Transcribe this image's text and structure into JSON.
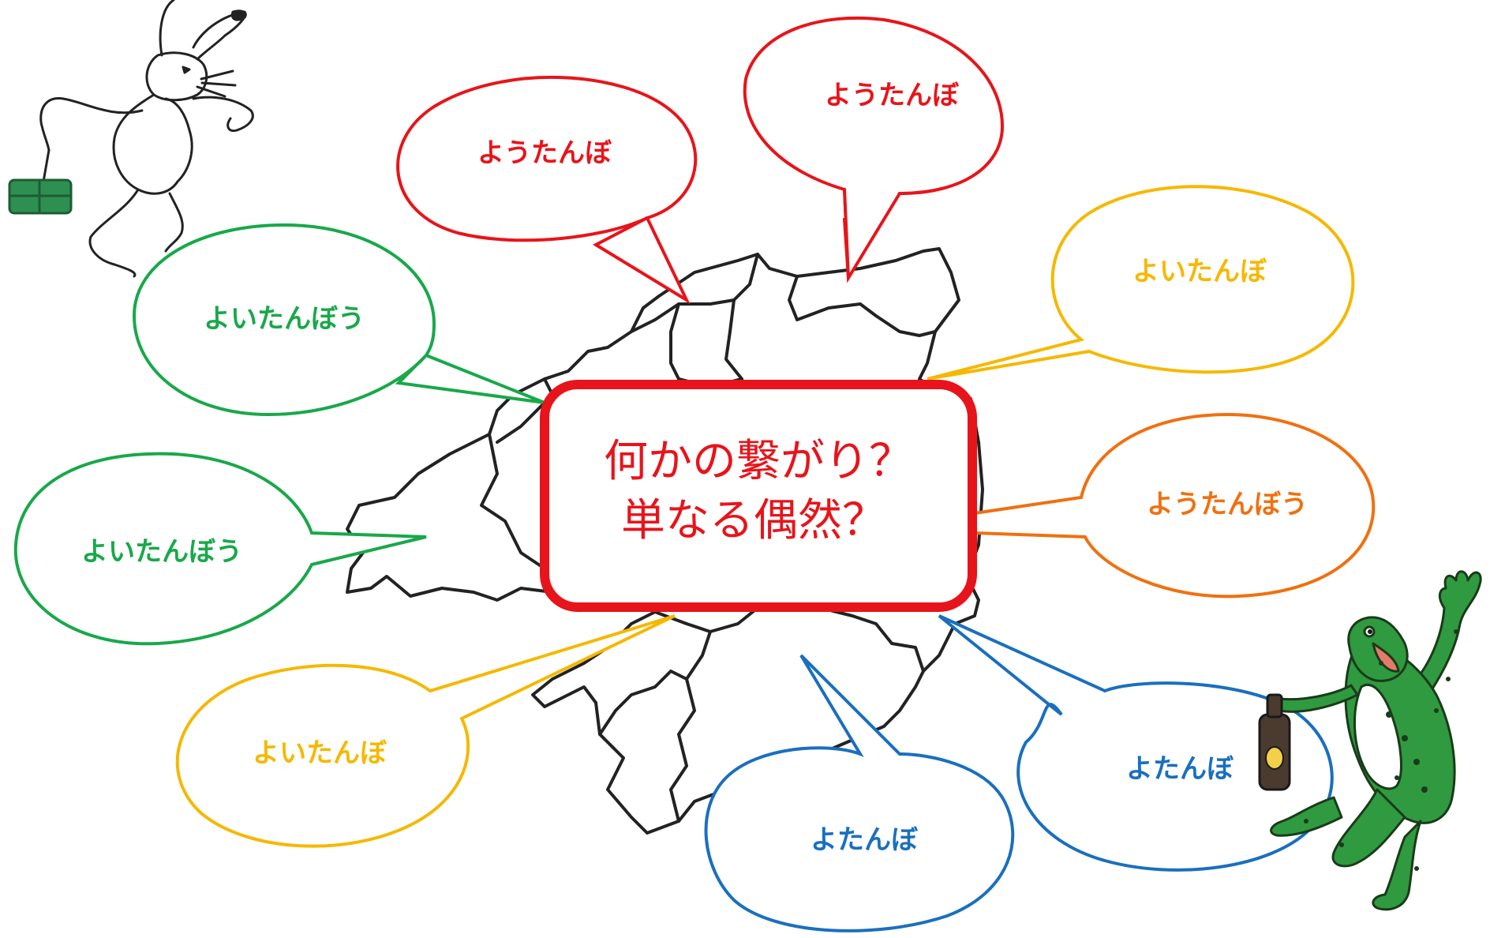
{
  "center": {
    "line1": "何かの繋がり？",
    "line2": "単なる偶然？",
    "color": "#e8141b"
  },
  "colors": {
    "red": "#e8141b",
    "yellow": "#f5b800",
    "orange": "#f07010",
    "green": "#19a84a",
    "blue": "#1a6fbf"
  },
  "bubbles": [
    {
      "id": "red-1",
      "text": "ようたんぼ",
      "color": "red"
    },
    {
      "id": "red-2",
      "text": "ようたんぼ",
      "color": "red"
    },
    {
      "id": "green-1",
      "text": "よいたんぼう",
      "color": "green"
    },
    {
      "id": "yellow-1",
      "text": "よいたんぼ",
      "color": "yellow"
    },
    {
      "id": "green-2",
      "text": "よいたんぼう",
      "color": "green"
    },
    {
      "id": "orange-1",
      "text": "ようたんぼう",
      "color": "orange"
    },
    {
      "id": "yellow-2",
      "text": "よいたんぼ",
      "color": "yellow"
    },
    {
      "id": "blue-1",
      "text": "よたんぼ",
      "color": "blue"
    },
    {
      "id": "blue-2",
      "text": "よたんぼ",
      "color": "blue"
    }
  ],
  "icons": {
    "rabbit": "rabbit-illustration",
    "frog": "frog-illustration"
  }
}
